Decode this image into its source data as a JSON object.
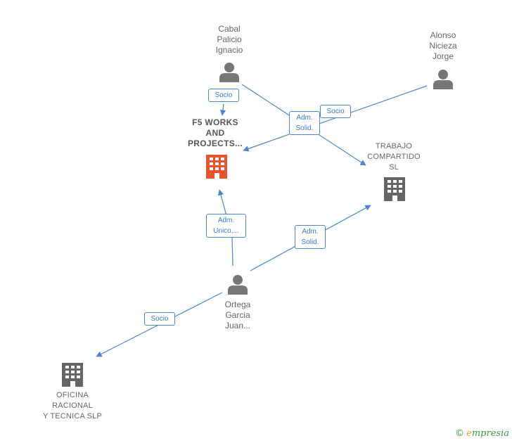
{
  "nodes": {
    "cabal": {
      "label": "Cabal\nPalicio\nIgnacio",
      "icon": "person-icon"
    },
    "alonso": {
      "label": "Alonso\nNicieza\nJorge",
      "icon": "person-icon"
    },
    "f5": {
      "label": "F5 WORKS\nAND\nPROJECTS...",
      "icon": "building-icon",
      "color": "#e8532b"
    },
    "trabajo": {
      "label": "TRABAJO\nCOMPARTIDO\nSL",
      "icon": "building-icon",
      "color": "#666666"
    },
    "ortega": {
      "label": "Ortega\nGarcia\nJuan...",
      "icon": "person-icon"
    },
    "oficina": {
      "label": "OFICINA\nRACIONAL\nY TECNICA SLP",
      "icon": "building-icon",
      "color": "#666666"
    }
  },
  "edges": {
    "cabal_f5_socio": "Socio",
    "cabal_trabajo_adm": "Adm.\nSolid.",
    "alonso_f5_socio": "Socio",
    "ortega_f5_adm": "Adm.\nUnico,...",
    "ortega_trabajo_adm": "Adm.\nSolid.",
    "ortega_oficina_socio": "Socio"
  },
  "colors": {
    "edge": "#4a86c8",
    "person": "#777777"
  },
  "footer": {
    "copyright": "©",
    "brand_e": "e",
    "brand_rest": "mpresia"
  }
}
